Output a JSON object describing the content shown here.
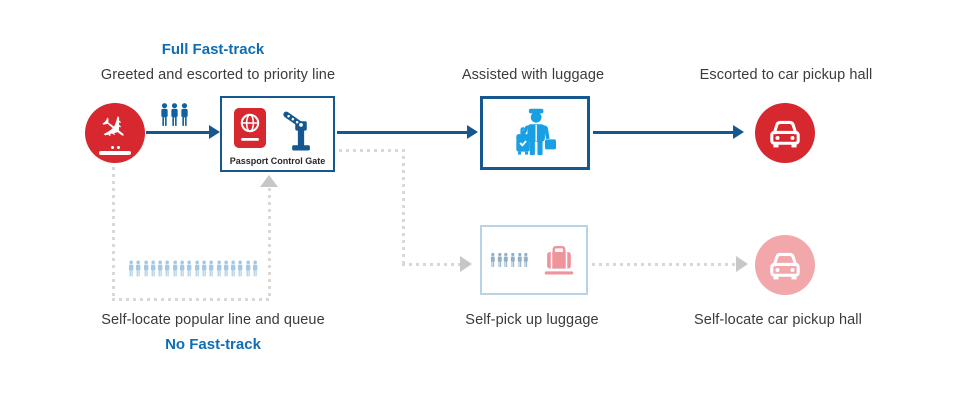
{
  "top_flow": {
    "title": "Full Fast-track",
    "step1_label": "Greeted and escorted to priority line",
    "gate_label": "Passport Control Gate",
    "step2_label": "Assisted with luggage",
    "step3_label": "Escorted to car pickup hall"
  },
  "bottom_flow": {
    "title": "No Fast-track",
    "step1_label": "Self-locate popular line and queue",
    "step2_label": "Self-pick up luggage",
    "step3_label": "Self-locate car pickup hall"
  },
  "queues": {
    "greeter_group_count": 3,
    "popular_line_count": 18,
    "pickup_line_count": 6
  },
  "colors": {
    "title_blue": "#0e6db4",
    "flow_dark_blue": "#15578f",
    "porter_bright_blue": "#189fe4",
    "arrival_red": "#d7282f",
    "faded_pink_circle": "#f2a7ab",
    "luggage_pink": "#ef949b",
    "queue_light_blue": "#a5c9e4",
    "pickup_queue_steel_blue": "#8fafca",
    "dashed_path_gray": "#d8d8d8",
    "text_dark": "#3b3b3b"
  }
}
